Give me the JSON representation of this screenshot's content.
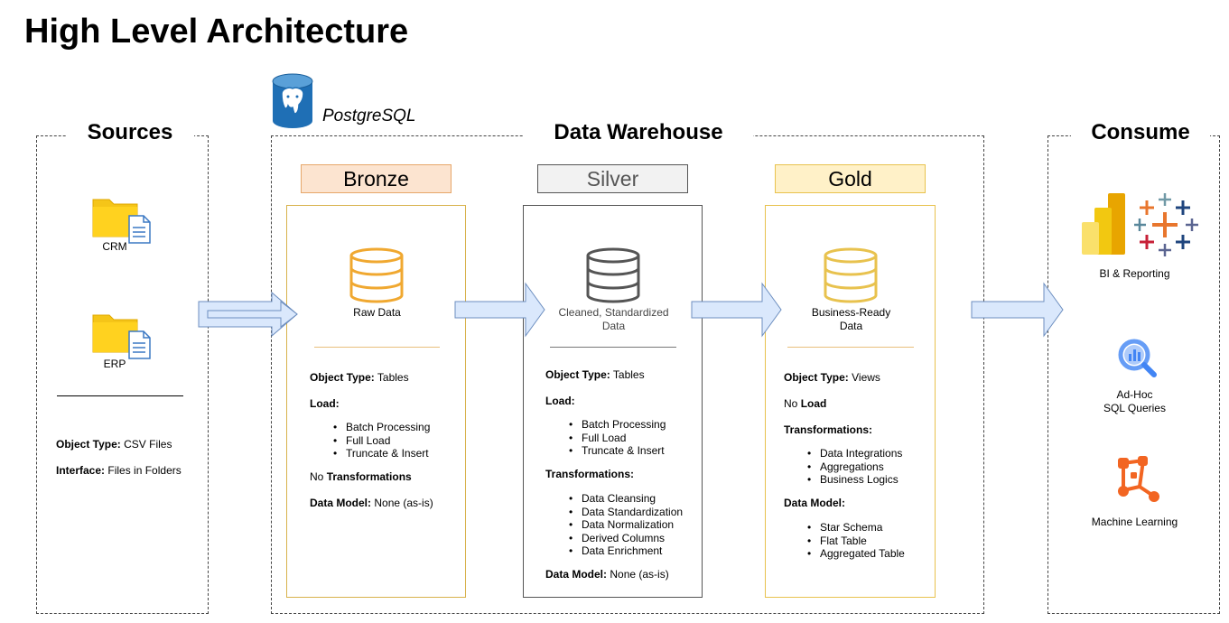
{
  "title": "High Level Architecture",
  "postgres_label": "PostgreSQL",
  "sources": {
    "title": "Sources",
    "items": [
      "CRM",
      "ERP"
    ],
    "object_type_label": "Object Type:",
    "object_type_value": "CSV Files",
    "interface_label": "Interface:",
    "interface_value": "Files in Folders"
  },
  "warehouse": {
    "title": "Data Warehouse",
    "bronze": {
      "title": "Bronze",
      "caption": "Raw Data",
      "object_type_label": "Object Type:",
      "object_type_value": "Tables",
      "load_label": "Load:",
      "load_items": [
        "Batch Processing",
        "Full Load",
        "Truncate & Insert"
      ],
      "transform_prefix": "No",
      "transform_label": "Transformations",
      "model_label": "Data Model:",
      "model_value": "None (as-is)"
    },
    "silver": {
      "title": "Silver",
      "caption_line1": "Cleaned, Standardized",
      "caption_line2": "Data",
      "object_type_label": "Object Type:",
      "object_type_value": "Tables",
      "load_label": "Load:",
      "load_items": [
        "Batch Processing",
        "Full Load",
        "Truncate & Insert"
      ],
      "transform_label": "Transformations:",
      "transform_items": [
        "Data Cleansing",
        "Data Standardization",
        "Data Normalization",
        "Derived Columns",
        "Data Enrichment"
      ],
      "model_label": "Data Model:",
      "model_value": "None (as-is)"
    },
    "gold": {
      "title": "Gold",
      "caption_line1": "Business-Ready",
      "caption_line2": "Data",
      "object_type_label": "Object Type:",
      "object_type_value": "Views",
      "load_prefix": "No",
      "load_label": "Load",
      "transform_label": "Transformations:",
      "transform_items": [
        "Data Integrations",
        "Aggregations",
        "Business Logics"
      ],
      "model_label": "Data Model:",
      "model_items": [
        "Star Schema",
        "Flat Table",
        "Aggregated Table"
      ]
    }
  },
  "consume": {
    "title": "Consume",
    "bi": "BI & Reporting",
    "adhoc_line1": "Ad-Hoc",
    "adhoc_line2": "SQL Queries",
    "ml": "Machine Learning"
  },
  "colors": {
    "bronze_fill": "#fce4d0",
    "bronze_border": "#e6a76a",
    "silver_fill": "#f2f2f2",
    "silver_border": "#555555",
    "gold_fill": "#fff1c8",
    "gold_border": "#e8c24e",
    "arrow_fill": "#dae8fc",
    "arrow_stroke": "#6c8ebf",
    "postgres_blue": "#1f6fb5"
  }
}
